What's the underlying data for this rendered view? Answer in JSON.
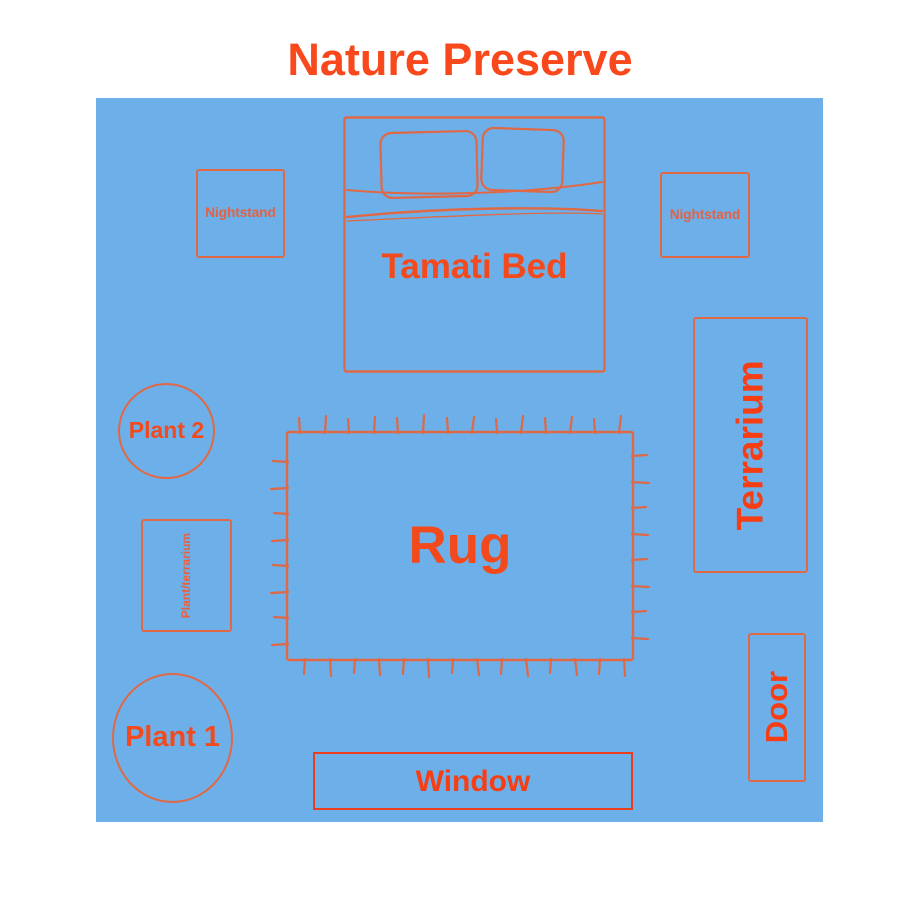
{
  "title": "Nature Preserve",
  "colors": {
    "page_bg": "#ffffff",
    "room_bg": "#6db0e9",
    "line": "#e06844",
    "window_line": "#ea3d1c",
    "title_text": "#f8481c",
    "label_text": "#f24a1d",
    "label_red": "#f63d14",
    "label_soft": "#e8603c"
  },
  "furniture": {
    "bed": {
      "label": "Tamati Bed"
    },
    "nightstand_left": {
      "label": "Nightstand"
    },
    "nightstand_right": {
      "label": "Nightstand"
    },
    "terrarium": {
      "label": "Terrarium"
    },
    "plant_2": {
      "label": "Plant 2"
    },
    "plant_terrarium": {
      "label": "Plant/terrarium"
    },
    "rug": {
      "label": "Rug"
    },
    "plant_1": {
      "label": "Plant 1"
    },
    "window": {
      "label": "Window"
    },
    "door": {
      "label": "Door"
    }
  }
}
